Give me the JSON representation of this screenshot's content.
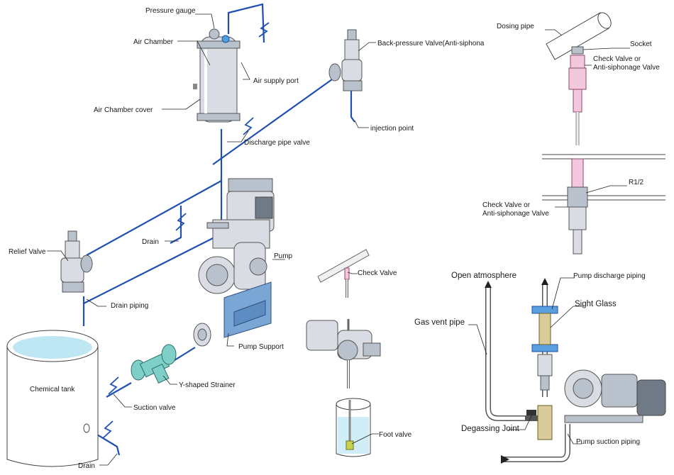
{
  "labels": {
    "pressure_gauge": "Pressure gauge",
    "air_chamber": "Air Chamber",
    "air_supply_port": "Air supply port",
    "air_chamber_cover": "Air Chamber cover",
    "discharge_pipe_valve": "Discharge pipe valve",
    "back_pressure_valve": "Back-pressure Valve(Anti-siphona",
    "injection_point": "injection point",
    "relief_valve": "Relief Valve",
    "drain_upper": "Drain",
    "drain_piping": "Drain piping",
    "pump": "Pump",
    "pump_support": "Pump Support",
    "y_strainer": "Y-shaped Strainer",
    "suction_valve": "Suction valve",
    "chemical_tank": "Chemical tank",
    "drain_lower": "Drain",
    "check_valve_mid": "Check Valve",
    "foot_valve": "Foot valve",
    "dosing_pipe": "Dosing pipe",
    "socket": "Socket",
    "check_valve_top_1": "Check Valve or",
    "check_valve_top_2": "Anti-siphonage Valve",
    "r12": "R1/2",
    "check_valve_low_1": "Check Valve or",
    "check_valve_low_2": "Anti-siphonage Valve",
    "open_atmosphere": "Open atmosphere",
    "pump_discharge_piping": "Pump discharge piping",
    "sight_glass": "Sight Glass",
    "gas_vent_pipe": "Gas vent pipe",
    "degassing_joint": "Degassing Joint",
    "pump_suction_piping": "Pump suction piping"
  }
}
